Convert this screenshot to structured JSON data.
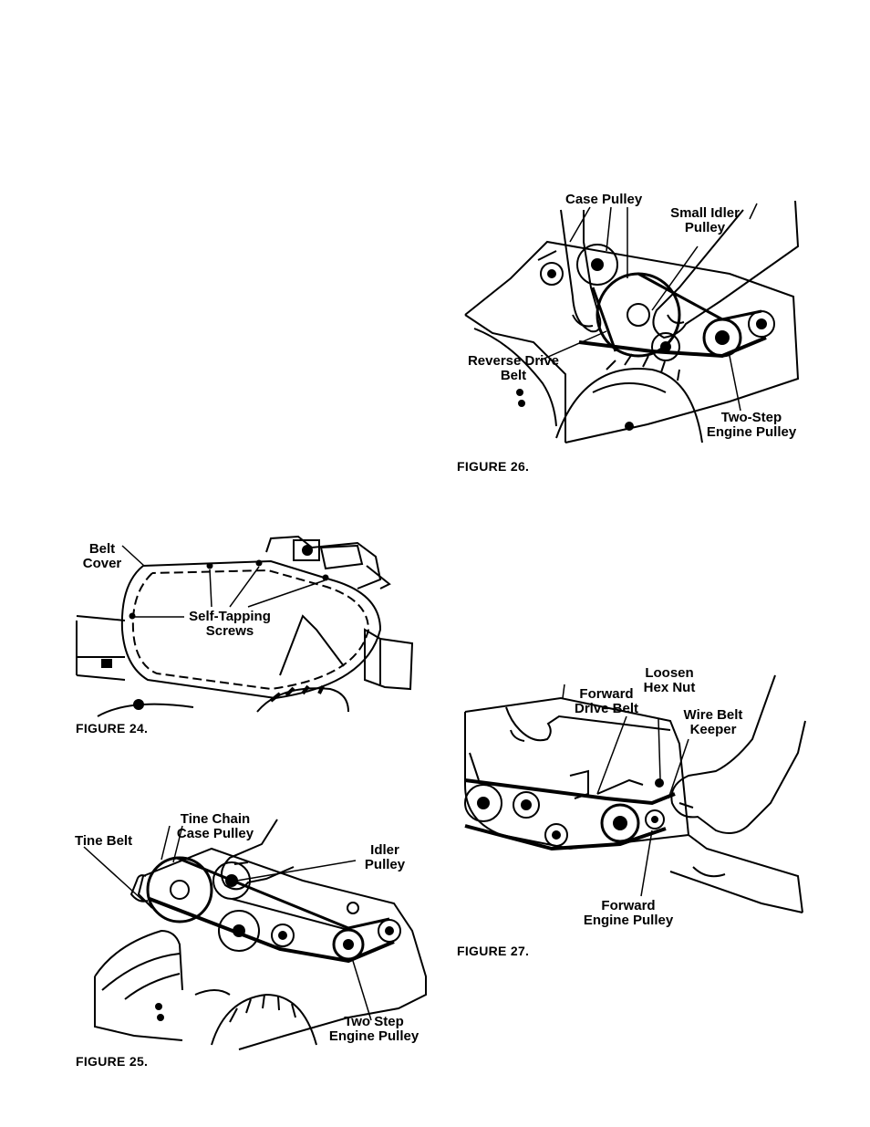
{
  "figures": {
    "fig24": {
      "caption": "FIGURE 24.",
      "labels": {
        "belt_cover_1": "Belt",
        "belt_cover_2": "Cover",
        "screws_1": "Self-Tapping",
        "screws_2": "Screws"
      }
    },
    "fig25": {
      "caption": "FIGURE 25.",
      "labels": {
        "tine_belt": "Tine Belt",
        "chain_case_1": "Tine Chain",
        "chain_case_2": "Case Pulley",
        "idler_1": "Idler",
        "idler_2": "Pulley",
        "engine_1": "Two Step",
        "engine_2": "Engine Pulley"
      }
    },
    "fig26": {
      "caption": "FIGURE 26.",
      "labels": {
        "case_pulley": "Case Pulley",
        "small_idler_1": "Small Idler",
        "small_idler_2": "Pulley",
        "reverse_1": "Reverse Drive",
        "reverse_2": "Belt",
        "engine_1": "Two-Step",
        "engine_2": "Engine Pulley"
      }
    },
    "fig27": {
      "caption": "FIGURE 27.",
      "labels": {
        "loosen_1": "Loosen",
        "loosen_2": "Hex Nut",
        "forward_belt_1": "Forward",
        "forward_belt_2": "Drive Belt",
        "keeper_1": "Wire Belt",
        "keeper_2": "Keeper",
        "engine_1": "Forward",
        "engine_2": "Engine Pulley"
      }
    }
  }
}
